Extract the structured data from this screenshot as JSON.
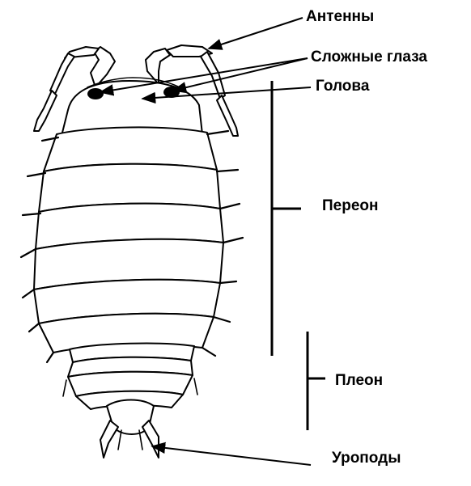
{
  "labels": {
    "antennae": "Антенны",
    "compound_eyes": "Сложные глаза",
    "head": "Голова",
    "pereon": "Переон",
    "pleon": "Плеон",
    "uropods": "Уроподы"
  },
  "colors": {
    "line": "#000000",
    "background": "#ffffff"
  }
}
